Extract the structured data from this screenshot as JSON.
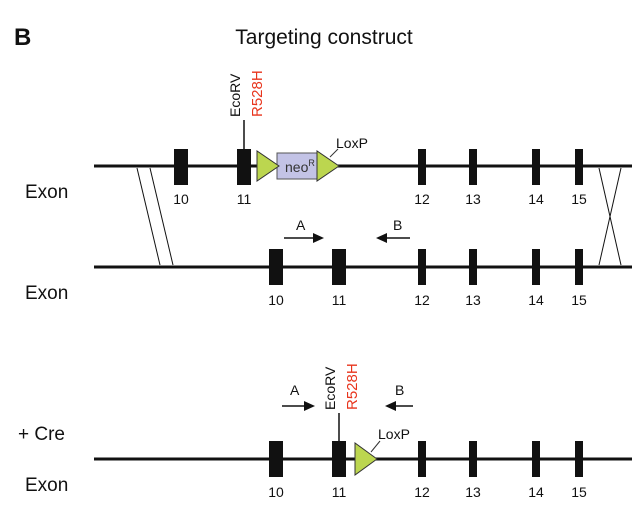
{
  "panel_label": "B",
  "title": "Targeting construct",
  "row1": {
    "row_label": "Exon",
    "site_label": "EcoRV",
    "mutation_label": "R528H",
    "cassette_label": "neo",
    "cassette_superscript": "R",
    "loxp_label": "LoxP",
    "exons": [
      "10",
      "11",
      "12",
      "13",
      "14",
      "15"
    ]
  },
  "row2": {
    "row_label": "Exon",
    "primer_a": "A",
    "primer_b": "B",
    "exons": [
      "10",
      "11",
      "12",
      "13",
      "14",
      "15"
    ]
  },
  "row3": {
    "cre_label": "+ Cre",
    "row_label": "Exon",
    "site_label": "EcoRV",
    "mutation_label": "R528H",
    "primer_a": "A",
    "primer_b": "B",
    "loxp_label": "LoxP",
    "exons": [
      "10",
      "11",
      "12",
      "13",
      "14",
      "15"
    ]
  },
  "colors": {
    "mutation": "#e8341c",
    "loxp_fill": "#bcd64f",
    "neo_fill": "#c3c3e6",
    "line": "#111111"
  }
}
